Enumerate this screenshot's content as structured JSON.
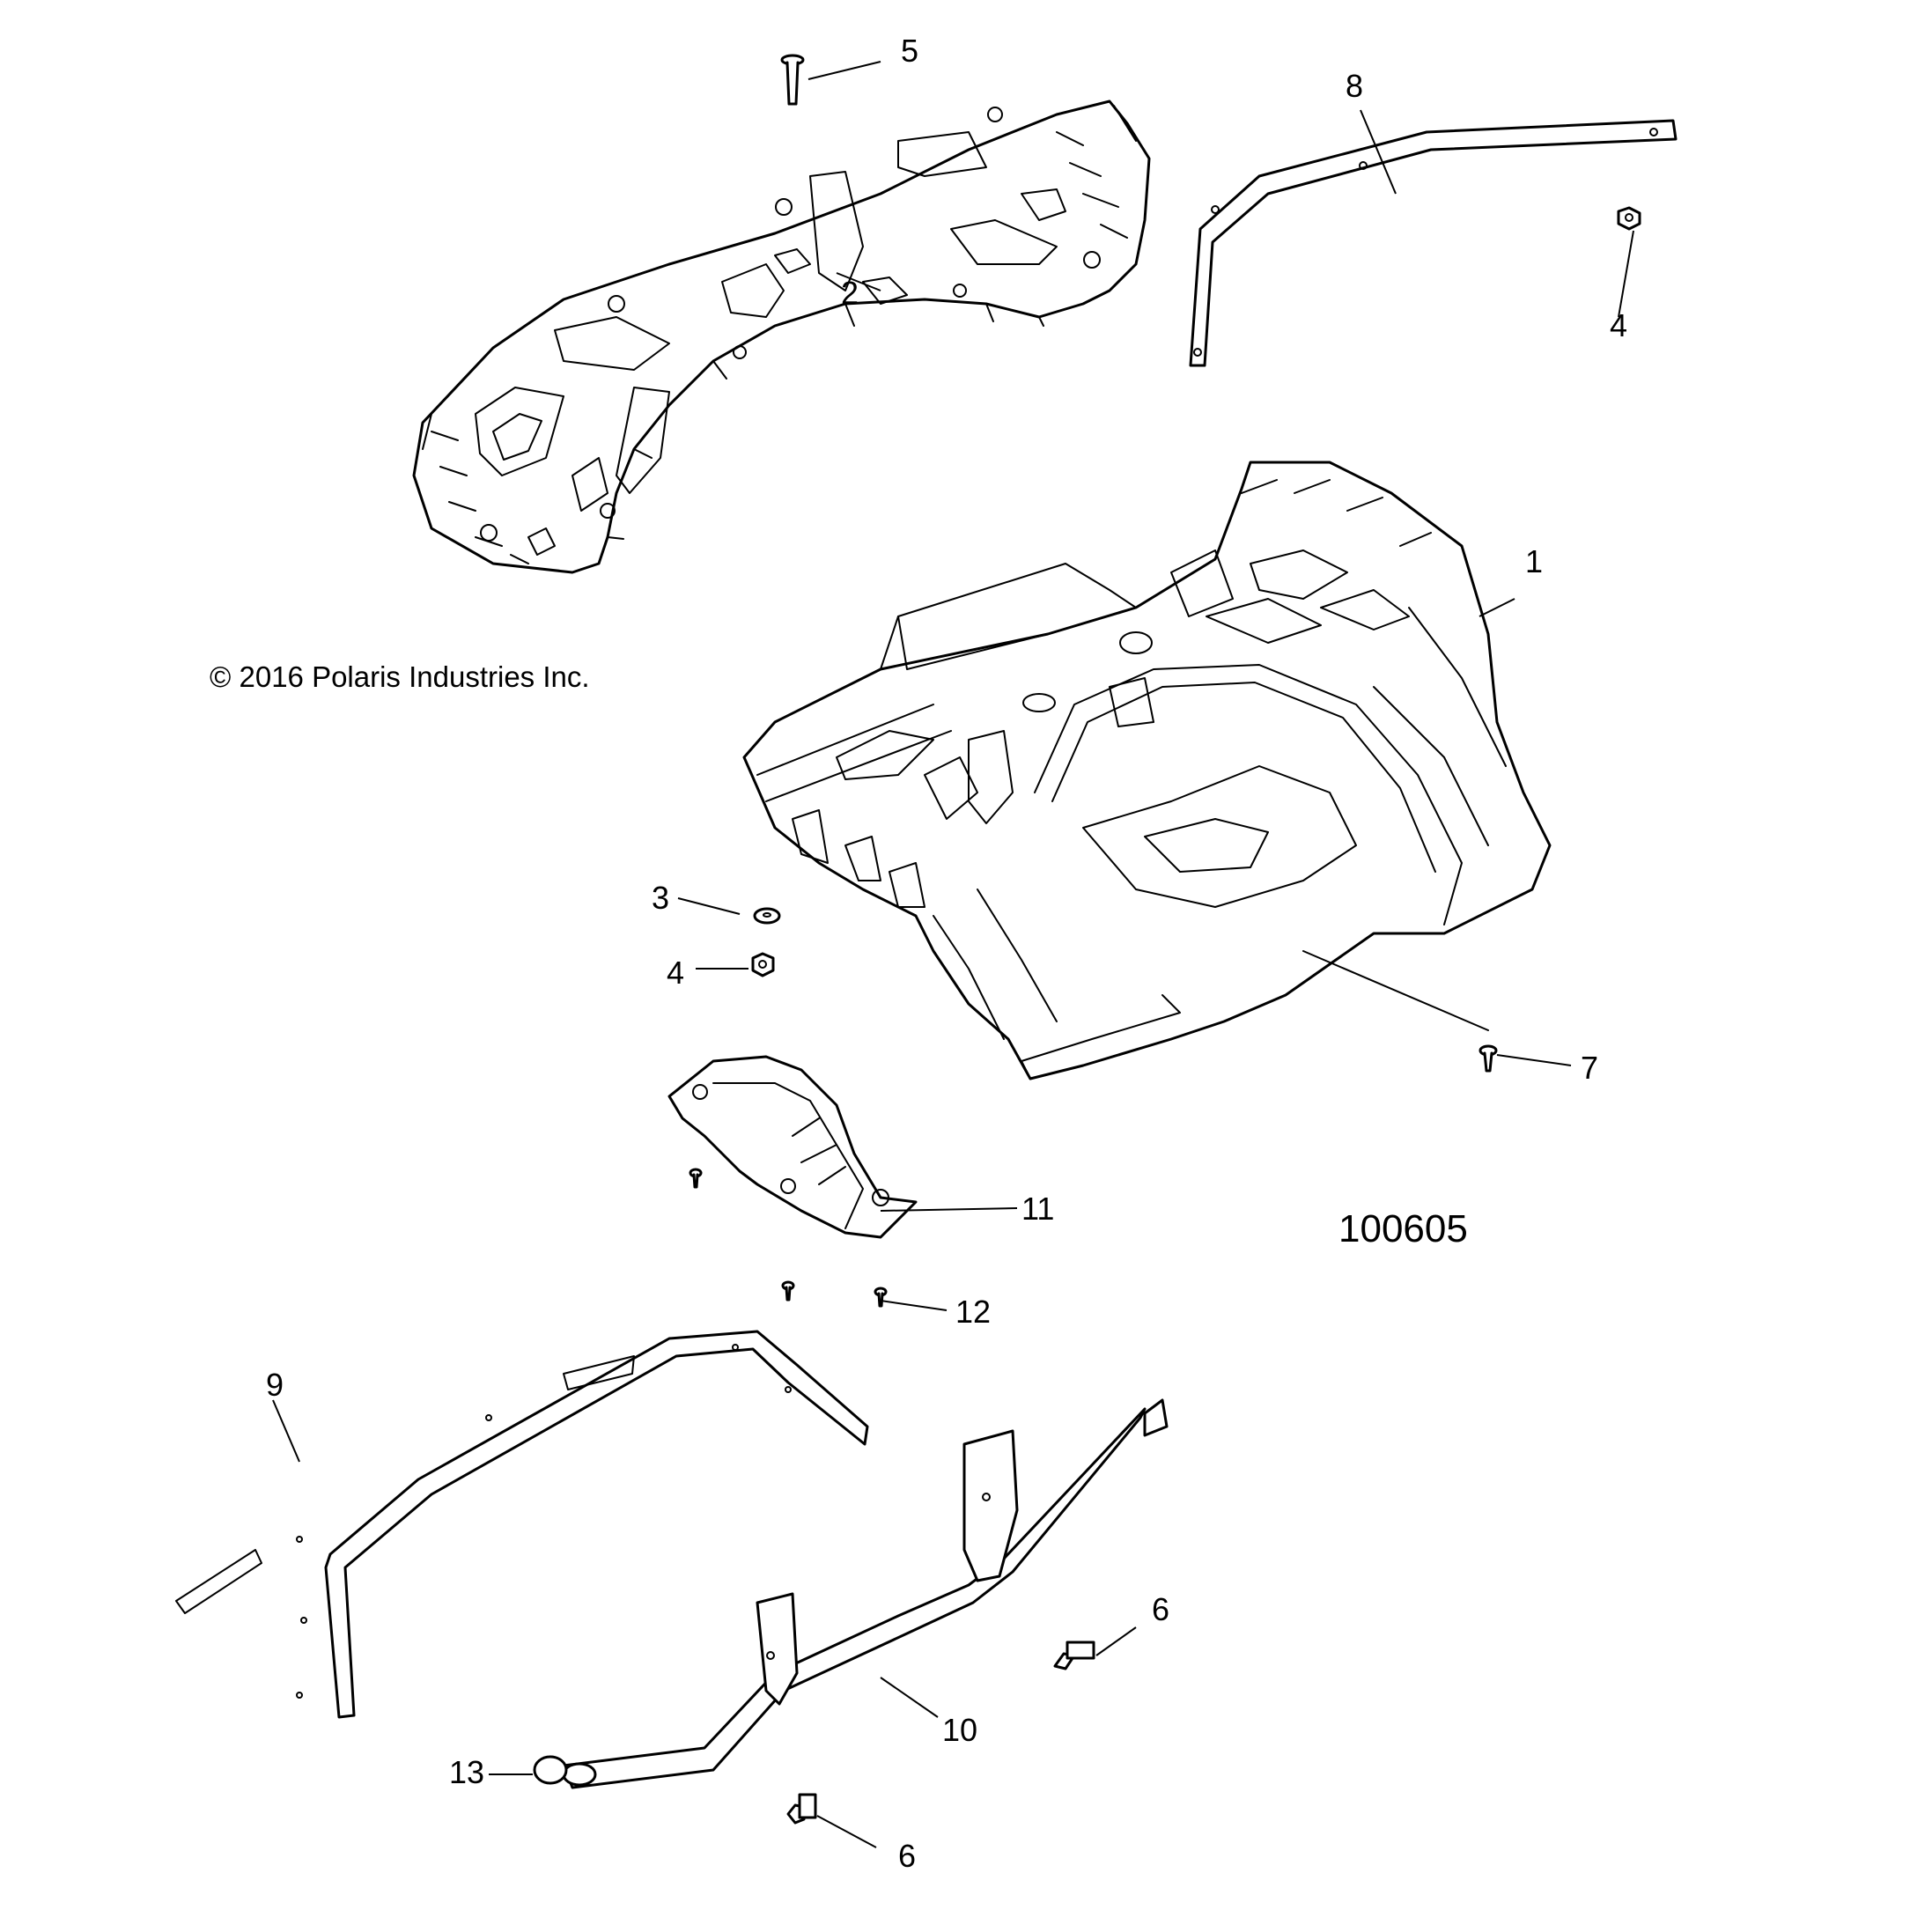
{
  "copyright": "© 2016 Polaris Industries Inc.",
  "figure_number": "100605",
  "callouts": {
    "c1": "1",
    "c2": "2",
    "c3": "3",
    "c4a": "4",
    "c4b": "4",
    "c5": "5",
    "c6a": "6",
    "c6b": "6",
    "c7": "7",
    "c8": "8",
    "c9": "9",
    "c10": "10",
    "c11": "11",
    "c12": "12",
    "c13": "13"
  }
}
